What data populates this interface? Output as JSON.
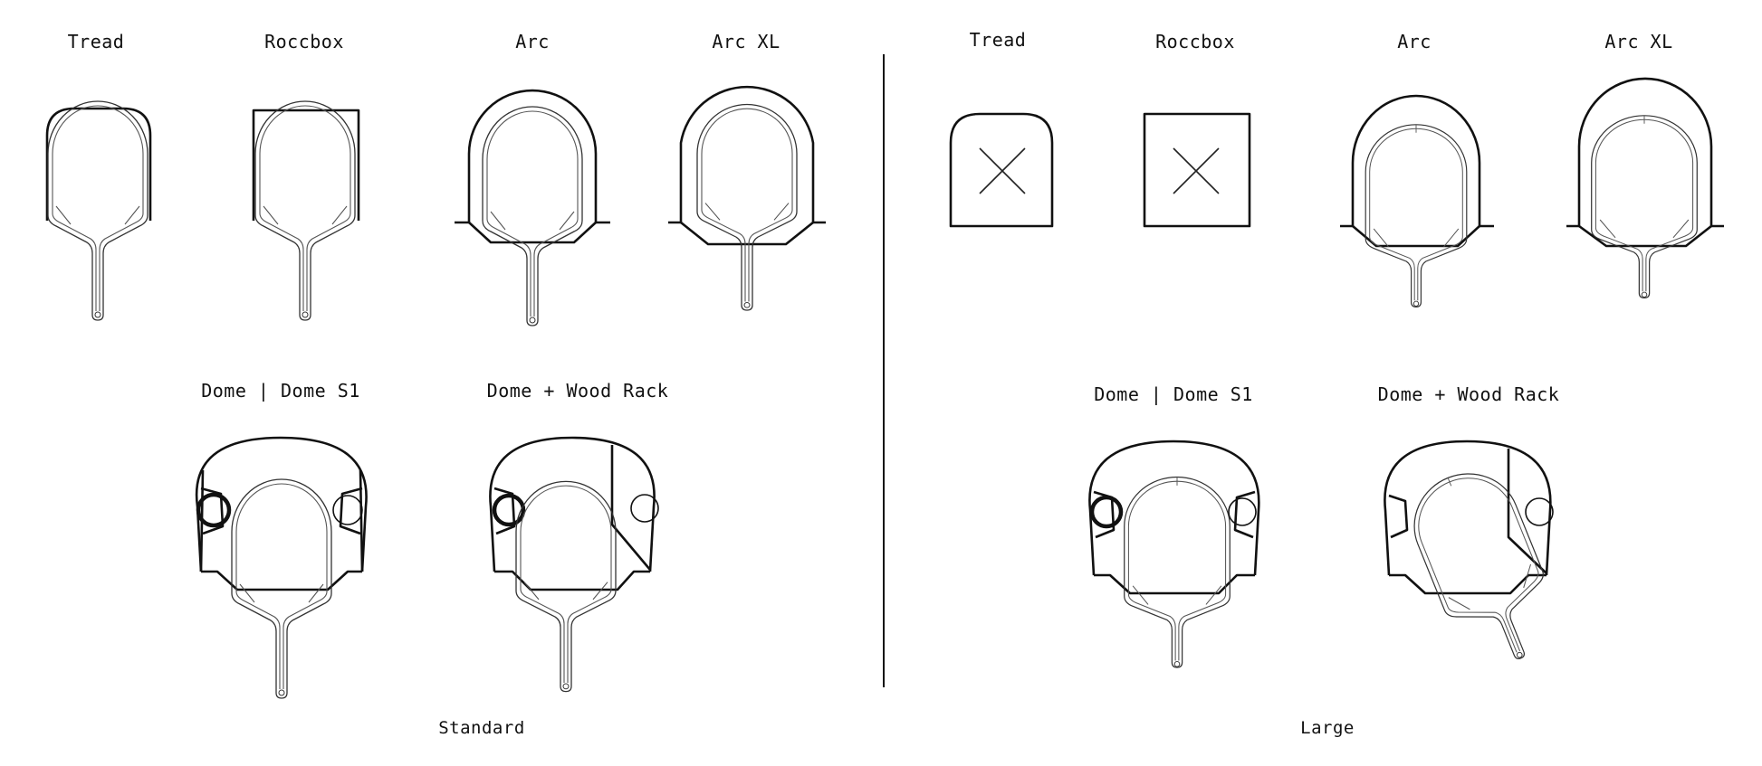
{
  "sections": {
    "standard": {
      "footer": "Standard",
      "top_labels": [
        "Tread",
        "Roccbox",
        "Arc",
        "Arc XL"
      ],
      "bottom_labels": [
        "Dome | Dome S1",
        "Dome + Wood Rack"
      ]
    },
    "large": {
      "footer": "Large",
      "top_labels": [
        "Tread",
        "Roccbox",
        "Arc",
        "Arc XL"
      ],
      "bottom_labels": [
        "Dome | Dome S1",
        "Dome + Wood Rack"
      ]
    }
  },
  "incompatible_marks": [
    "large-tread",
    "large-roccbox"
  ]
}
